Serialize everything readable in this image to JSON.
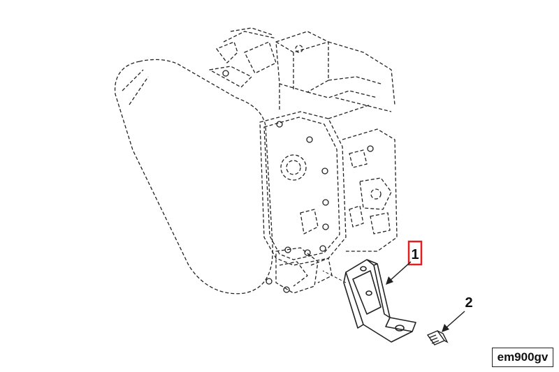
{
  "callouts": [
    {
      "label": "1",
      "highlighted": true
    },
    {
      "label": "2",
      "highlighted": false
    }
  ],
  "figure_code": "em900gv",
  "colors": {
    "line": "#222222",
    "highlight": "#e02020",
    "background": "#ffffff"
  }
}
